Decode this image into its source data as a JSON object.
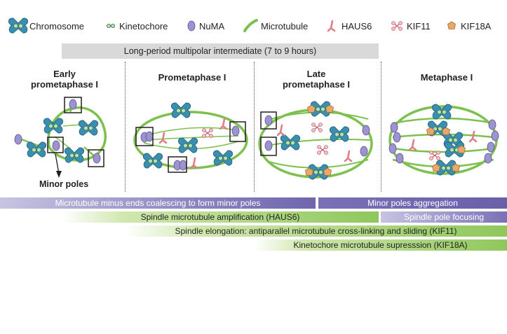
{
  "legend": {
    "chromosome": "Chromosome",
    "kinetochore": "Kinetochore",
    "numa": "NuMA",
    "microtubule": "Microtubule",
    "haus6": "HAUS6",
    "kif11": "KIF11",
    "kif18a": "KIF18A"
  },
  "banner": "Long-period multipolar intermediate (7 to 9 hours)",
  "stages": {
    "early_line1": "Early",
    "early_line2": "prometaphase I",
    "prometaphase": "Prometaphase I",
    "late_line1": "Late",
    "late_line2": "prometaphase I",
    "metaphase": "Metaphase I"
  },
  "minor_poles_label": "Minor poles",
  "bars": {
    "minus_ends": "Microtubule minus ends coalescing to form minor poles",
    "minor_poles_aggregation": "Minor poles aggregation",
    "amplification": "Spindle microtubule amplification  (HAUS6)",
    "pole_focusing": "Spindle pole focusing",
    "elongation": "Spindle elongation: antiparallel microtubule cross-linking and sliding (KIF11)",
    "kinetochore_suppression": "Kinetochore microtubule supresssion  (KIF18A)"
  },
  "colors": {
    "chromosome": "#3a8fb0",
    "kinetochore": "#b9dfb3",
    "numa": "#9d94cf",
    "microtubule": "#7cc14e",
    "haus6": "#e89a9e",
    "kif11": "#d98a94",
    "kif18a": "#e7a96b",
    "banner": "#d9d9d9"
  }
}
